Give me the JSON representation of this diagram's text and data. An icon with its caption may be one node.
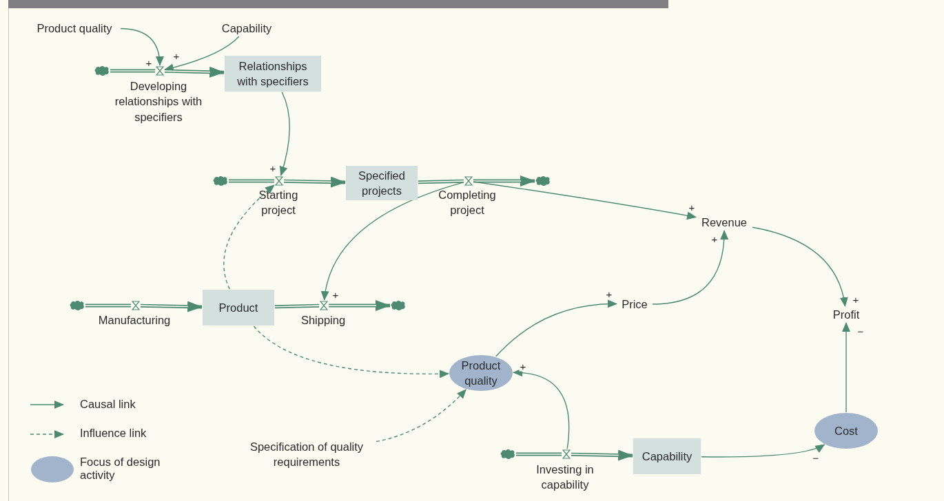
{
  "diagram": {
    "nodes": [
      {
        "text": [
          "Product quality"
        ]
      },
      {
        "text": [
          "Capability"
        ]
      },
      {
        "text": [],
        "shape": "cloud"
      },
      {
        "text": [],
        "shape": "valve",
        "beside": [
          "Developing relationships with specifiers"
        ]
      },
      {
        "text": [
          "Relationships with specifiers"
        ]
      },
      {
        "text": [],
        "shape": "cloud"
      },
      {
        "text": [],
        "shape": "valve",
        "beside": [
          "Starting project"
        ]
      },
      {
        "text": [
          "Specified projects"
        ]
      },
      {
        "text": [],
        "shape": "valve",
        "beside": [
          "Completing project"
        ]
      },
      {
        "text": [],
        "shape": "cloud"
      },
      {
        "text": [
          "Revenue"
        ]
      },
      {
        "text": [],
        "shape": "cloud"
      },
      {
        "text": [],
        "shape": "valve",
        "beside": [
          "Manufacturing"
        ]
      },
      {
        "text": [
          "Product"
        ]
      },
      {
        "text": [],
        "shape": "valve",
        "beside": [
          "Shipping"
        ]
      },
      {
        "text": [],
        "shape": "cloud"
      },
      {
        "text": [
          "Price"
        ]
      },
      {
        "text": [
          "Profit"
        ]
      },
      {
        "text": [
          "Product quality"
        ]
      },
      {
        "text": [
          "Specification of quality requirements"
        ]
      },
      {
        "text": [],
        "shape": "cloud"
      },
      {
        "text": [],
        "shape": "valve",
        "beside": [
          "Investing in capability"
        ]
      },
      {
        "text": [
          "Capability"
        ]
      },
      {
        "text": [
          "Cost"
        ]
      }
    ],
    "edges": [
      {
        "from": 0,
        "to": 3,
        "arrow": "to",
        "label": "+"
      },
      {
        "from": 1,
        "to": 3,
        "arrow": "to",
        "label": "+"
      },
      {
        "from": 2,
        "to": 3,
        "arrow": "none",
        "style": "thick"
      },
      {
        "from": 3,
        "to": 4,
        "arrow": "to",
        "style": "thick"
      },
      {
        "from": 4,
        "to": 6,
        "arrow": "to",
        "label": "+"
      },
      {
        "from": 5,
        "to": 6,
        "arrow": "none",
        "style": "thick"
      },
      {
        "from": 6,
        "to": 7,
        "arrow": "to",
        "style": "thick"
      },
      {
        "from": 7,
        "to": 8,
        "arrow": "none",
        "style": "thick"
      },
      {
        "from": 8,
        "to": 9,
        "arrow": "to",
        "style": "thick"
      },
      {
        "from": 8,
        "to": 14,
        "arrow": "to",
        "label": "+"
      },
      {
        "from": 8,
        "to": 10,
        "arrow": "to",
        "label": "+"
      },
      {
        "from": 11,
        "to": 12,
        "arrow": "none",
        "style": "thick"
      },
      {
        "from": 12,
        "to": 13,
        "arrow": "to",
        "style": "thick"
      },
      {
        "from": 13,
        "to": 14,
        "arrow": "none",
        "style": "thick"
      },
      {
        "from": 14,
        "to": 15,
        "arrow": "to",
        "style": "thick"
      },
      {
        "from": 13,
        "to": 6,
        "arrow": "to",
        "style": "dashed"
      },
      {
        "from": 13,
        "to": 18,
        "arrow": "to",
        "style": "dashed"
      },
      {
        "from": 19,
        "to": 18,
        "arrow": "to",
        "style": "dashed"
      },
      {
        "from": 18,
        "to": 16,
        "arrow": "to",
        "label": "+"
      },
      {
        "from": 16,
        "to": 10,
        "arrow": "to",
        "label": "+"
      },
      {
        "from": 10,
        "to": 17,
        "arrow": "to",
        "label": "+"
      },
      {
        "from": 23,
        "to": 17,
        "arrow": "to",
        "label": "−"
      },
      {
        "from": 20,
        "to": 21,
        "arrow": "none",
        "style": "thick"
      },
      {
        "from": 21,
        "to": 22,
        "arrow": "to",
        "style": "thick"
      },
      {
        "from": 21,
        "to": 18,
        "arrow": "to",
        "label": "+"
      },
      {
        "from": 22,
        "to": 23,
        "arrow": "to",
        "label": "−"
      }
    ],
    "legend": [
      {
        "text": "Causal link"
      },
      {
        "text": "Influence link"
      },
      {
        "text": "Focus of design activity",
        "color": "#a1b4cb"
      }
    ]
  }
}
